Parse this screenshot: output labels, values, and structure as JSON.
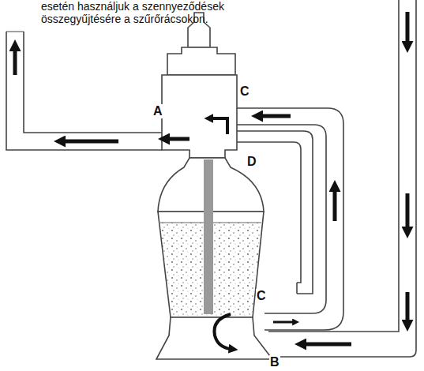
{
  "diagram": {
    "labels": [
      "esetén használjuk a szennyeződések összegyűjtésére a szűrőrácsokon.",
      "A",
      "C",
      "D",
      "C",
      "B"
    ]
  }
}
